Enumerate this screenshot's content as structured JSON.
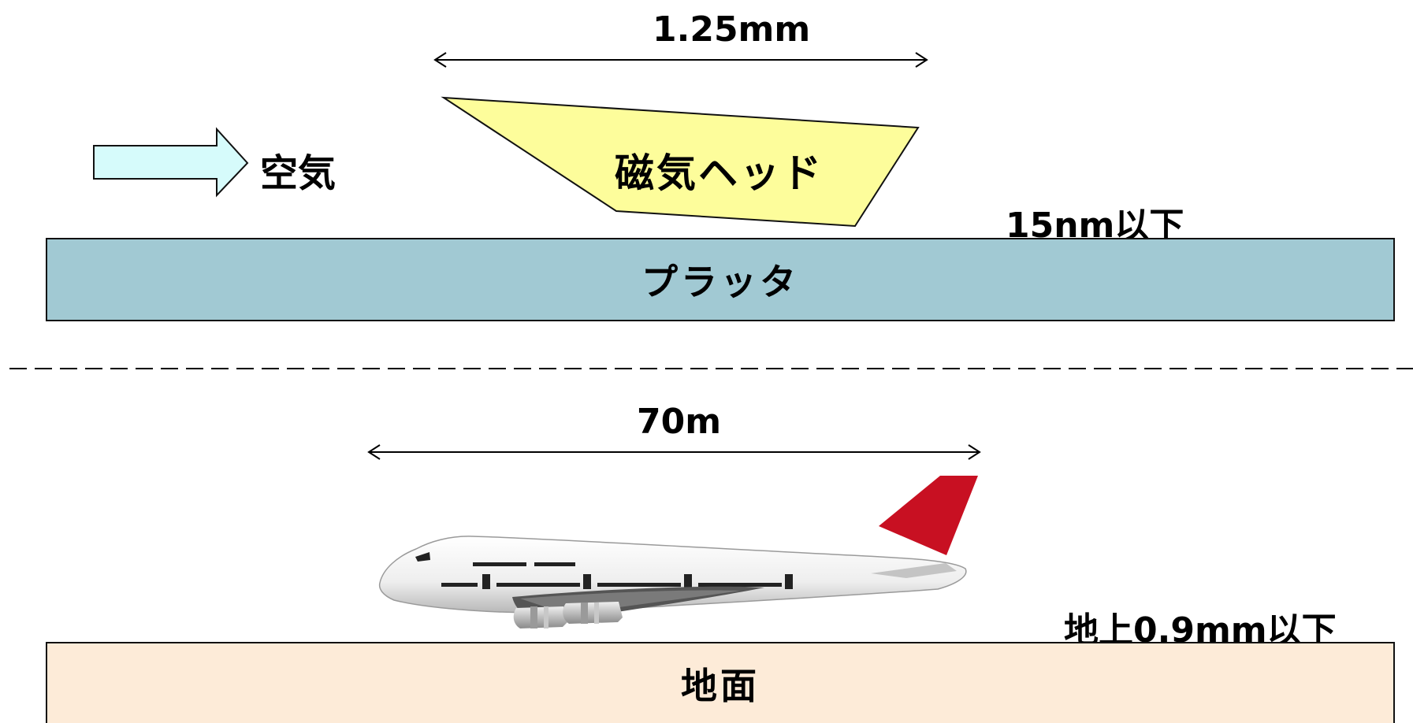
{
  "top": {
    "width_label": "1.25mm",
    "air_label": "空気",
    "head_label": "磁気ヘッド",
    "gap_label": "15nm以下",
    "platter_label": "プラッタ"
  },
  "bottom": {
    "width_label": "70m",
    "gap_label": "地上0.9mm以下",
    "ground_label": "地面"
  },
  "colors": {
    "head_fill": "#fdfd9b",
    "air_arrow_fill": "#d6fbfb",
    "platter_fill": "#a1c9d3",
    "ground_fill": "#fdebd8",
    "tail_red": "#c81022",
    "line": "#000000"
  }
}
